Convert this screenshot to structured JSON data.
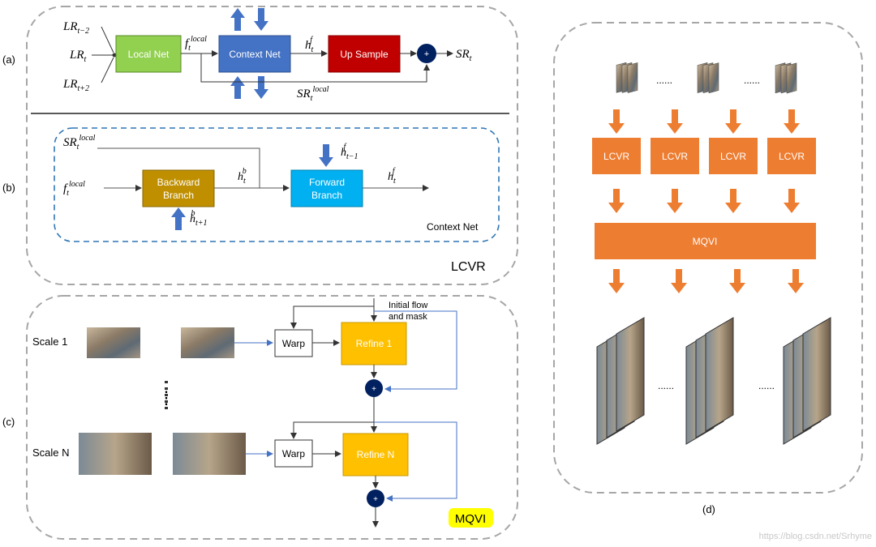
{
  "panels": {
    "a": "(a)",
    "b": "(b)",
    "c": "(c)",
    "d": "(d)"
  },
  "lcvr_title": "LCVR",
  "mqvi_title": "MQVI",
  "watermark": "https://blog.csdn.net/Srhyme",
  "panel_a": {
    "inputs": [
      {
        "base": "LR",
        "sub": "t−2"
      },
      {
        "base": "LR",
        "sub": "t"
      },
      {
        "base": "LR",
        "sub": "t+2"
      }
    ],
    "local_net": "Local Net",
    "feat": {
      "base": "f",
      "sub": "t",
      "sup": "local"
    },
    "context_net": "Context Net",
    "hidden": {
      "base": "h",
      "sub": "t",
      "sup": "f"
    },
    "up_sample": "Up Sample",
    "plus": "+",
    "output": {
      "base": "SR",
      "sub": "t"
    },
    "sr_local": {
      "base": "SR",
      "sub": "t",
      "sup": "local"
    }
  },
  "panel_b": {
    "sr_local": {
      "base": "SR",
      "sub": "t",
      "sup": "local"
    },
    "feat": {
      "base": "f",
      "sub": "t",
      "sup": "local"
    },
    "backward_1": "Backward",
    "backward_2": "Branch",
    "hb": {
      "base": "h",
      "sub": "t",
      "sup": "b"
    },
    "forward_1": "Forward",
    "forward_2": "Branch",
    "hf_prev": {
      "base": "h",
      "sub": "t−1",
      "sup": "f"
    },
    "hf": {
      "base": "h",
      "sub": "t",
      "sup": "f"
    },
    "hb_next": {
      "base": "h",
      "sub": "t+1",
      "sup": "b"
    },
    "context_net": "Context Net"
  },
  "panel_c": {
    "scale1": "Scale 1",
    "scaleN": "Scale N",
    "dots": "⋮",
    "warp": "Warp",
    "refine1": "Refine 1",
    "refineN": "Refine N",
    "init_1": "Initial flow",
    "init_2": "and mask",
    "plus": "+"
  },
  "panel_d": {
    "lcvr": "LCVR",
    "mqvi": "MQVI",
    "dots": "......"
  },
  "colors": {
    "local_net": "#92d050",
    "context_net": "#4472c4",
    "up_sample": "#c00000",
    "plus_node": "#002060",
    "backward": "#bf8f00",
    "forward": "#00b0f0",
    "refine": "#ffc000",
    "orange": "#ed7d31",
    "blue_arrow": "#4472c4",
    "highlight": "#ffff00"
  }
}
